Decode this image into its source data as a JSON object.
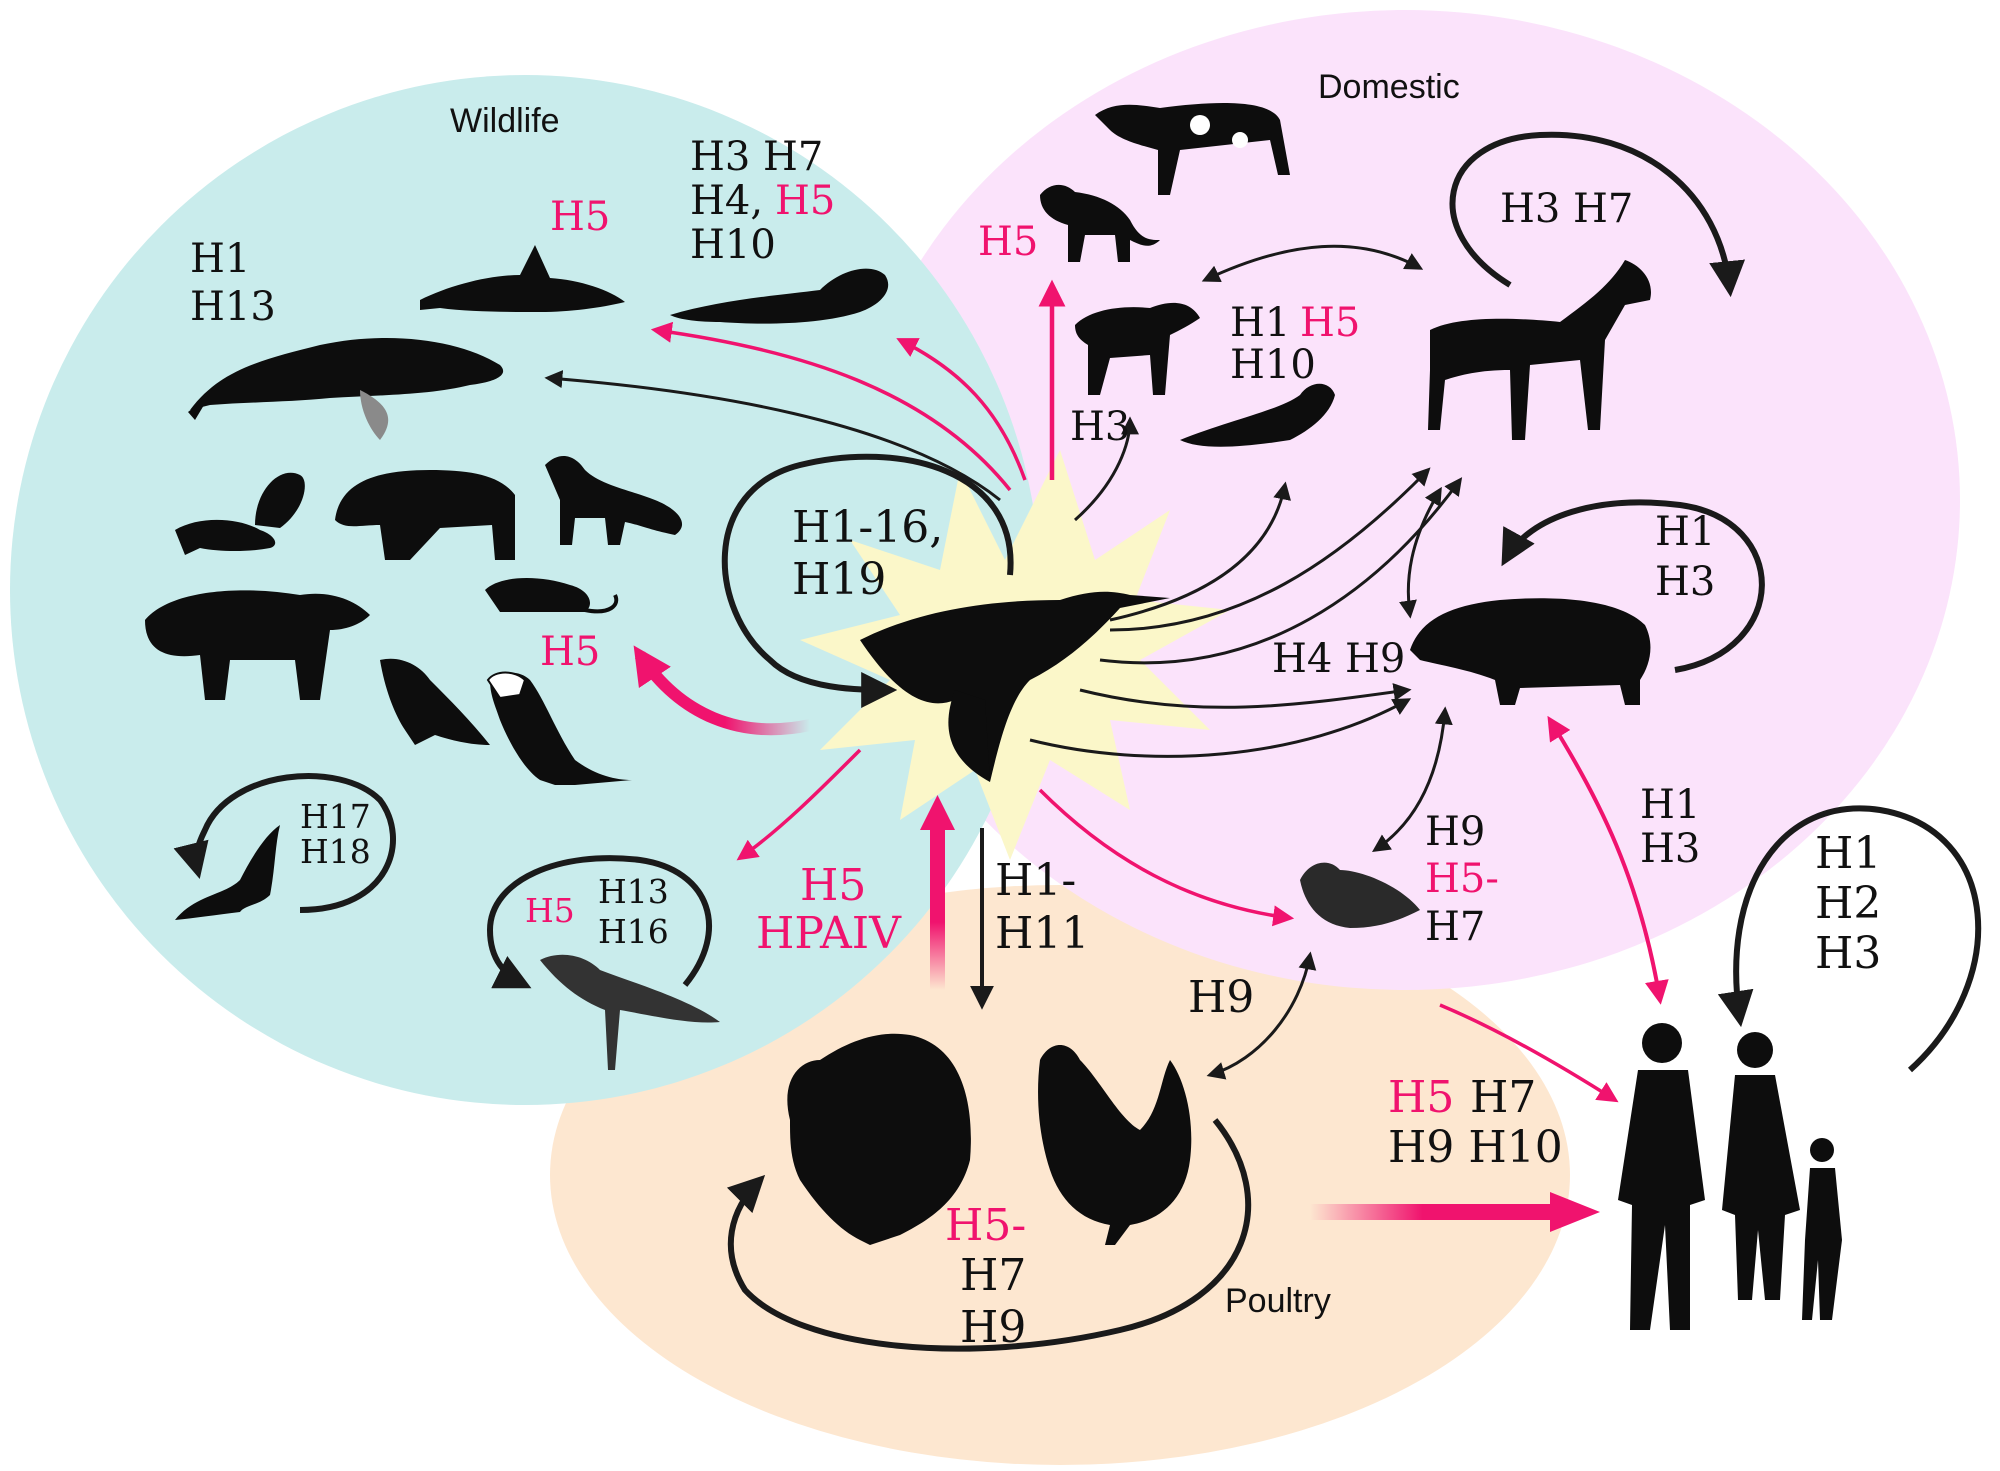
{
  "colors": {
    "wildlife_region": "#c9ecec",
    "domestic_region": "#fbe3fb",
    "poultry_region": "#fde7d0",
    "starburst": "#fbf7c9",
    "highlight_text": "#f0136e",
    "arrow_dark": "#1a1a1a",
    "arrow_pink": "#f0136e"
  },
  "regions": {
    "wildlife": "Wildlife",
    "domestic": "Domestic",
    "poultry": "Poultry"
  },
  "center": {
    "label_line1": "H1-16,",
    "label_line2": "H19",
    "icon": "wild-duck-icon"
  },
  "wildlife": {
    "whale": {
      "line1": "H1",
      "line2": "H13",
      "icon": "whale-icon"
    },
    "dolphin": {
      "label": "H5",
      "icon": "dolphin-icon"
    },
    "seal": {
      "line1": "H3 H7",
      "line2a": "H4,",
      "line2b": "H5",
      "line3": "H10",
      "icon": "seal-icon"
    },
    "mammals": {
      "label": "H5",
      "icons": [
        "skunk-icon",
        "cougar-icon",
        "fox-icon",
        "opossum-icon",
        "bear-icon",
        "hawk-icon",
        "eagle-icon"
      ]
    },
    "bat": {
      "line1": "H17",
      "line2": "H18",
      "icon": "bat-icon"
    },
    "gull": {
      "label_h5": "H5",
      "line1": "H13",
      "line2": "H16",
      "icon": "gull-icon"
    }
  },
  "domestic": {
    "cat": {
      "label": "H5",
      "icon": "cat-icon"
    },
    "cow": {
      "icon": "cow-icon"
    },
    "dog": {
      "label": "H3",
      "icon": "dog-icon"
    },
    "ferret": {
      "line1a": "H1",
      "line1b": "H5",
      "line2": "H10",
      "icon": "ferret-icon"
    },
    "horse": {
      "label": "H3 H7",
      "icon": "horse-icon"
    },
    "pig": {
      "line1": "H1",
      "line2": "H3",
      "incoming": "H4 H9",
      "icon": "pig-icon"
    },
    "quail": {
      "line1": "H9",
      "line2": "H5-",
      "line3": "H7",
      "icon": "quail-icon"
    }
  },
  "links": {
    "to_poultry_pink_line1": "H5",
    "to_poultry_pink_line2": "HPAIV",
    "to_poultry_dark_line1": "H1-",
    "to_poultry_dark_line2": "H11",
    "quail_poultry": "H9",
    "pig_human_line1": "H1",
    "pig_human_line2": "H3",
    "poultry_human_a": "H5",
    "poultry_human_b": "H7",
    "poultry_human_line2": "H9 H10"
  },
  "poultry": {
    "line1": "H5-",
    "line2": "H7",
    "line3": "H9",
    "icons": [
      "turkey-icon",
      "rooster-icon"
    ]
  },
  "humans": {
    "line1": "H1",
    "line2": "H2",
    "line3": "H3",
    "icon": "human-family-icon"
  }
}
